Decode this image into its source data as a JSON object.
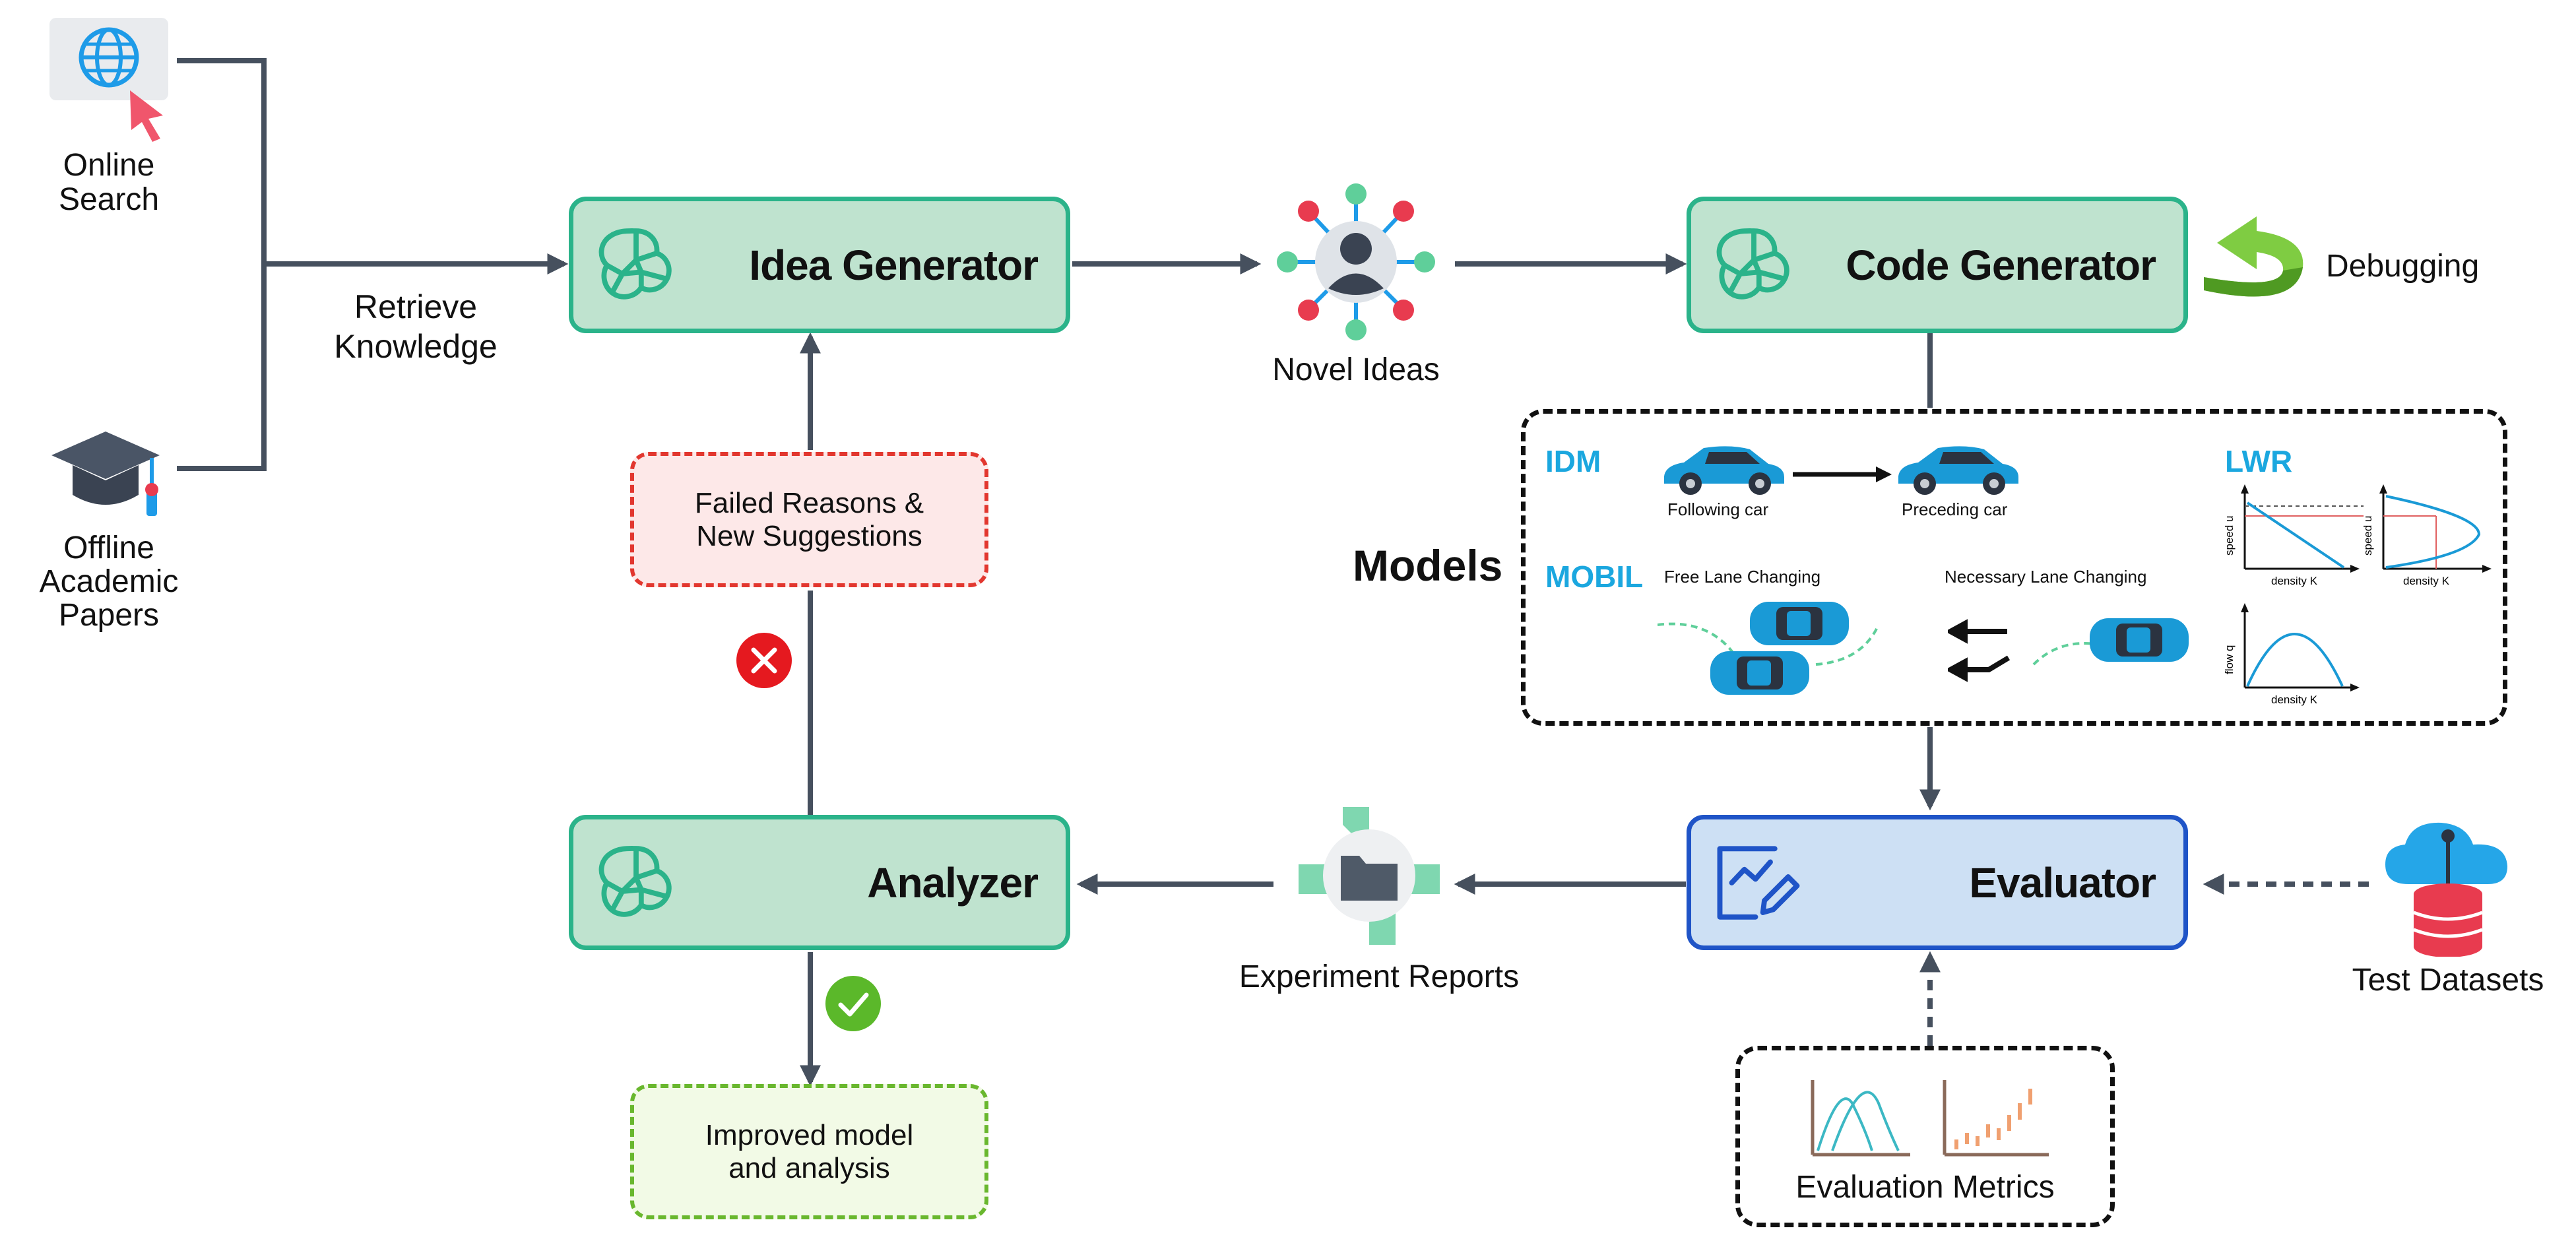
{
  "sources": {
    "online": "Online\nSearch",
    "offline": "Offline\nAcademic\nPapers",
    "retrieve": "Retrieve\nKnowledge"
  },
  "agents": {
    "idea_generator": "Idea Generator",
    "code_generator": "Code Generator",
    "analyzer": "Analyzer",
    "evaluator": "Evaluator"
  },
  "novel_ideas": "Novel Ideas",
  "debugging": "Debugging",
  "failed_note": "Failed Reasons &\nNew Suggestions",
  "improved_note": "Improved model\nand analysis",
  "experiment_reports": "Experiment Reports",
  "test_datasets": "Test Datasets",
  "evaluation_metrics": "Evaluation Metrics",
  "models": {
    "heading": "Models",
    "idm": "IDM",
    "mobil": "MOBIL",
    "lwr": "LWR",
    "following_car": "Following car",
    "preceding_car": "Preceding car",
    "free_lane": "Free Lane Changing",
    "necessary_lane": "Necessary Lane Changing",
    "speed_u": "speed u",
    "density_k": "density K",
    "flow_q": "flow q"
  },
  "colors": {
    "agent_fill": "#bfe3cf",
    "agent_border": "#2bb38a",
    "evaluator_fill": "#cde0f4",
    "evaluator_border": "#1f54c7",
    "arrow": "#46505e",
    "model_label": "#1ba7df",
    "fail": "#e2372f",
    "success": "#69b72e"
  },
  "icons": [
    "globe-cursor-icon",
    "graduation-cap-icon",
    "openai-logo-icon",
    "idea-network-icon",
    "debug-loop-icon",
    "evaluation-chart-icon",
    "report-folder-icon",
    "cloud-database-icon",
    "fail-x-icon",
    "success-check-icon",
    "car-icon",
    "distribution-chart-icon",
    "candlestick-chart-icon"
  ]
}
